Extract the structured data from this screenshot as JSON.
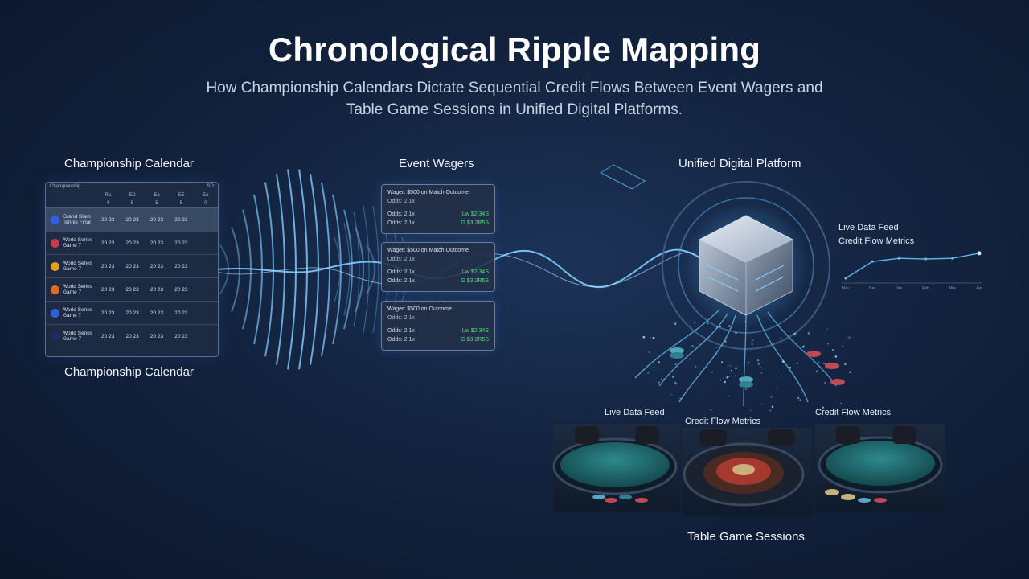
{
  "header": {
    "title": "Chronological Ripple Mapping",
    "subtitle": "How Championship Calendars Dictate Sequential Credit Flows Between Event Wagers and Table Game Sessions in Unified Digital Platforms."
  },
  "sections": {
    "calendar_top": "Championship Calendar",
    "calendar_bottom": "Championship Calendar",
    "wagers": "Event Wagers",
    "platform": "Unified Digital Platform",
    "live_feed": "Live Data Feed",
    "credit_metrics": "Credit Flow Metrics",
    "photo_live_feed": "Live Data Feed",
    "photo_credit_metrics": "Credit Flow Metrics",
    "photo_credit_metrics_right": "Credit Flow Metrics",
    "table_sessions": "Table Game Sessions"
  },
  "calendar": {
    "header_left": "Championship",
    "header_right": "SD",
    "columns": [
      "",
      "Ra",
      "ED",
      "Ea",
      "EE",
      "Ea"
    ],
    "subcolumns": [
      "",
      "4",
      "5",
      "5",
      "5",
      "0"
    ],
    "rows": [
      {
        "name1": "Grand Slam",
        "name2": "Tennis Final",
        "v": [
          "20 23",
          "20 23",
          "20 23",
          "20 23"
        ],
        "badge": "#2f5fe0",
        "highlight": true
      },
      {
        "name1": "World Series",
        "name2": "Game 7",
        "v": [
          "20 23",
          "20 23",
          "20 23",
          "20 23"
        ],
        "badge": "#c83a4a",
        "highlight": false
      },
      {
        "name1": "World Series",
        "name2": "Game 7",
        "v": [
          "20 23",
          "20 23",
          "20 23",
          "20 23"
        ],
        "badge": "#e0a020",
        "highlight": false
      },
      {
        "name1": "World Series",
        "name2": "Game 7",
        "v": [
          "20 23",
          "20 23",
          "20 23",
          "20 23"
        ],
        "badge": "#e06a20",
        "highlight": false
      },
      {
        "name1": "World Series",
        "name2": "Game 7",
        "v": [
          "20 23",
          "20 23",
          "20 23",
          "20 23"
        ],
        "badge": "#2f5fe0",
        "highlight": false
      },
      {
        "name1": "World Series",
        "name2": "Game 7",
        "v": [
          "20 23",
          "20 23",
          "20 23",
          "20 23"
        ],
        "badge": "#1e2a60",
        "highlight": false
      }
    ]
  },
  "wagers": [
    {
      "title": "Wager: $500 on Match Outcome",
      "odds": "Odds: 2.1x",
      "row1_left": "Odds: 2.1x",
      "row1_right": "Lw $2.34S",
      "row2_left": "Odds: 2.1x",
      "row2_right": "G $3.2R5S"
    },
    {
      "title": "Wager: $500 on Match Outcome",
      "odds": "Odds: 2.1x",
      "row1_left": "Odds: 2.1x",
      "row1_right": "Lw $2.34S",
      "row2_left": "Odds: 2.1x",
      "row2_right": "G $3.2R5S"
    },
    {
      "title": "Wager: $500 on Outcome",
      "odds": "Odds: 2.1x",
      "row1_left": "Odds: 2.1x",
      "row1_right": "Lw $2.34S",
      "row2_left": "Odds: 2.1x",
      "row2_right": "G $3.2R5S"
    }
  ],
  "chart_data": {
    "type": "line",
    "title": "",
    "x": [
      "Nov",
      "Dec",
      "Jan",
      "Feb",
      "Mar",
      "Apr"
    ],
    "series": [
      {
        "values": [
          10,
          62,
          72,
          70,
          72,
          88
        ]
      }
    ],
    "ylim": [
      0,
      100
    ],
    "grid": false,
    "color": "#5ab8e8"
  },
  "colors": {
    "accent": "#4fb4ff",
    "glow": "#8fd6ff",
    "felt": "#1f6a70",
    "background": "#13233f"
  }
}
